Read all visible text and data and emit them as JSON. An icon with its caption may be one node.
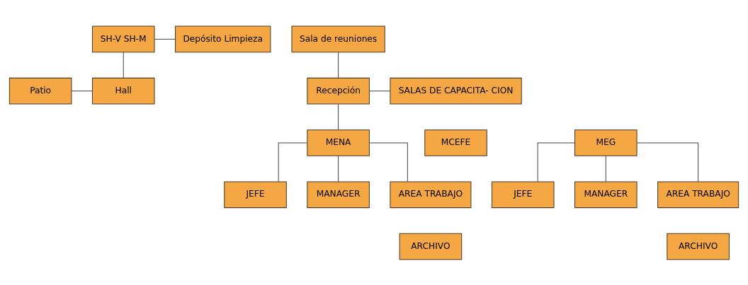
{
  "diagram": {
    "nodes": [
      {
        "text": [
          "SH-V SH-M"
        ]
      },
      {
        "text": [
          "Depósito Limpieza"
        ]
      },
      {
        "text": [
          "Sala de reuniones"
        ]
      },
      {
        "text": [
          "Patio"
        ]
      },
      {
        "text": [
          "Hall"
        ]
      },
      {
        "text": [
          "Recepción"
        ]
      },
      {
        "text": [
          "SALAS DE CAPACITA- CION"
        ]
      },
      {
        "text": [
          "MENA"
        ]
      },
      {
        "text": [
          "MEG"
        ]
      },
      {
        "text": [
          "MCEFE"
        ]
      },
      {
        "text": [
          "JEFE"
        ]
      },
      {
        "text": [
          "MANAGER"
        ]
      },
      {
        "text": [
          "AREA TRABAJO"
        ]
      },
      {
        "text": [
          "JEFE"
        ]
      },
      {
        "text": [
          "MANAGER"
        ]
      },
      {
        "text": [
          "AREA TRABAJO"
        ]
      },
      {
        "text": [
          "ARCHIVO"
        ]
      },
      {
        "text": [
          "ARCHIVO"
        ]
      }
    ],
    "edges": [
      {
        "from": 0,
        "to": 1,
        "arrow": "none"
      },
      {
        "from": 0,
        "to": 4,
        "arrow": "none"
      },
      {
        "from": 3,
        "to": 4,
        "arrow": "none"
      },
      {
        "from": 5,
        "to": 6,
        "arrow": "none"
      },
      {
        "from": 2,
        "to": 5,
        "arrow": "none"
      },
      {
        "from": 5,
        "to": 7,
        "arrow": "none"
      },
      {
        "from": 7,
        "to": 10,
        "arrow": "none"
      },
      {
        "from": 7,
        "to": 11,
        "arrow": "none"
      },
      {
        "from": 7,
        "to": 12,
        "arrow": "none"
      },
      {
        "from": 8,
        "to": 13,
        "arrow": "none"
      },
      {
        "from": 8,
        "to": 14,
        "arrow": "none"
      },
      {
        "from": 8,
        "to": 15,
        "arrow": "none"
      }
    ]
  }
}
